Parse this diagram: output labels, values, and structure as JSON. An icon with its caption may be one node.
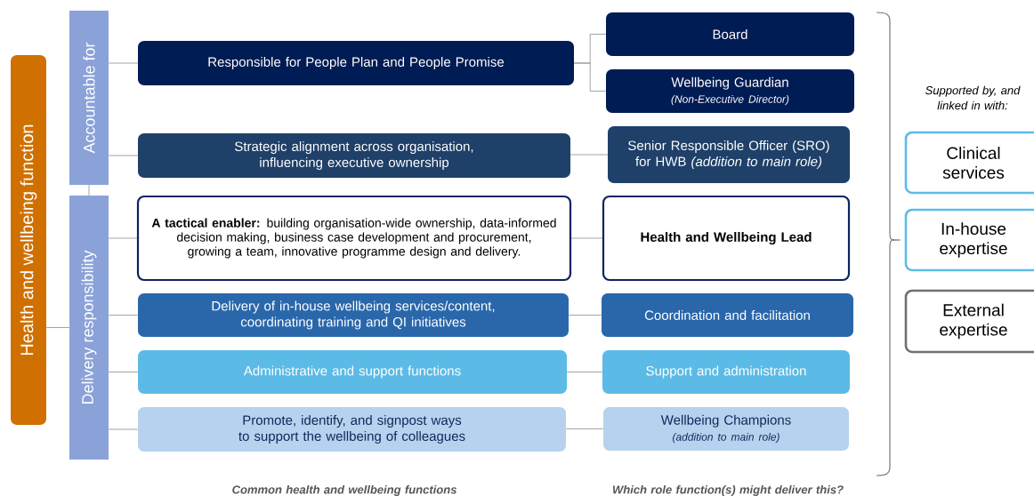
{
  "diagram": {
    "nodes": [
      {
        "text": [
          "Health and wellbeing function"
        ]
      },
      {
        "text": [
          "Accountable for"
        ]
      },
      {
        "text": [
          "Delivery responsibility"
        ]
      },
      {
        "text": [
          "Responsible for People Plan and People Promise"
        ]
      },
      {
        "text": [
          "Board"
        ]
      },
      {
        "text": [
          "Wellbeing Guardian",
          "(Non-Executive Director)"
        ]
      },
      {
        "text": [
          "Strategic alignment across organisation, influencing executive ownership"
        ]
      },
      {
        "text": [
          "Senior Responsible Officer (SRO) for HWB *(addition to main role)*"
        ]
      },
      {
        "text": [
          "**A tactical enabler:** building organisation-wide ownership, data-informed decision making, business case development and procurement, growing a team, innovative programme design and delivery."
        ]
      },
      {
        "text": [
          "Health and Wellbeing Lead"
        ]
      },
      {
        "text": [
          "Delivery of in-house wellbeing services/content, coordinating training and QI initiatives"
        ]
      },
      {
        "text": [
          "Coordination and facilitation"
        ]
      },
      {
        "text": [
          "Administrative and support functions"
        ]
      },
      {
        "text": [
          "Support and administration"
        ]
      },
      {
        "text": [
          "Promote, identify, and signpost ways to support the wellbeing of colleagues"
        ]
      },
      {
        "text": [
          "Wellbeing Champions",
          "(addition to main role)"
        ]
      },
      {
        "text": [
          "Clinical services"
        ]
      },
      {
        "text": [
          "In-house expertise"
        ]
      },
      {
        "text": [
          "External expertise"
        ]
      }
    ],
    "edges": [
      {
        "from": 0,
        "to": 2,
        "arrow": "none"
      },
      {
        "from": 1,
        "to": 2,
        "arrow": "none"
      },
      {
        "from": 1,
        "to": 3,
        "arrow": "none"
      },
      {
        "from": 1,
        "to": 6,
        "arrow": "none"
      },
      {
        "from": 2,
        "to": 8,
        "arrow": "none"
      },
      {
        "from": 2,
        "to": 10,
        "arrow": "none"
      },
      {
        "from": 2,
        "to": 12,
        "arrow": "none"
      },
      {
        "from": 2,
        "to": 14,
        "arrow": "none"
      },
      {
        "from": 3,
        "to": 4,
        "arrow": "none"
      },
      {
        "from": 3,
        "to": 5,
        "arrow": "none"
      },
      {
        "from": 6,
        "to": 7,
        "arrow": "none"
      },
      {
        "from": 8,
        "to": 9,
        "arrow": "none"
      },
      {
        "from": 10,
        "to": 11,
        "arrow": "none"
      },
      {
        "from": 12,
        "to": 13,
        "arrow": "none"
      },
      {
        "from": 14,
        "to": 15,
        "arrow": "none"
      }
    ],
    "labels": [
      "Supported by, and linked in with:",
      "Common health and wellbeing functions",
      "Which role function(s) might deliver this?"
    ]
  }
}
